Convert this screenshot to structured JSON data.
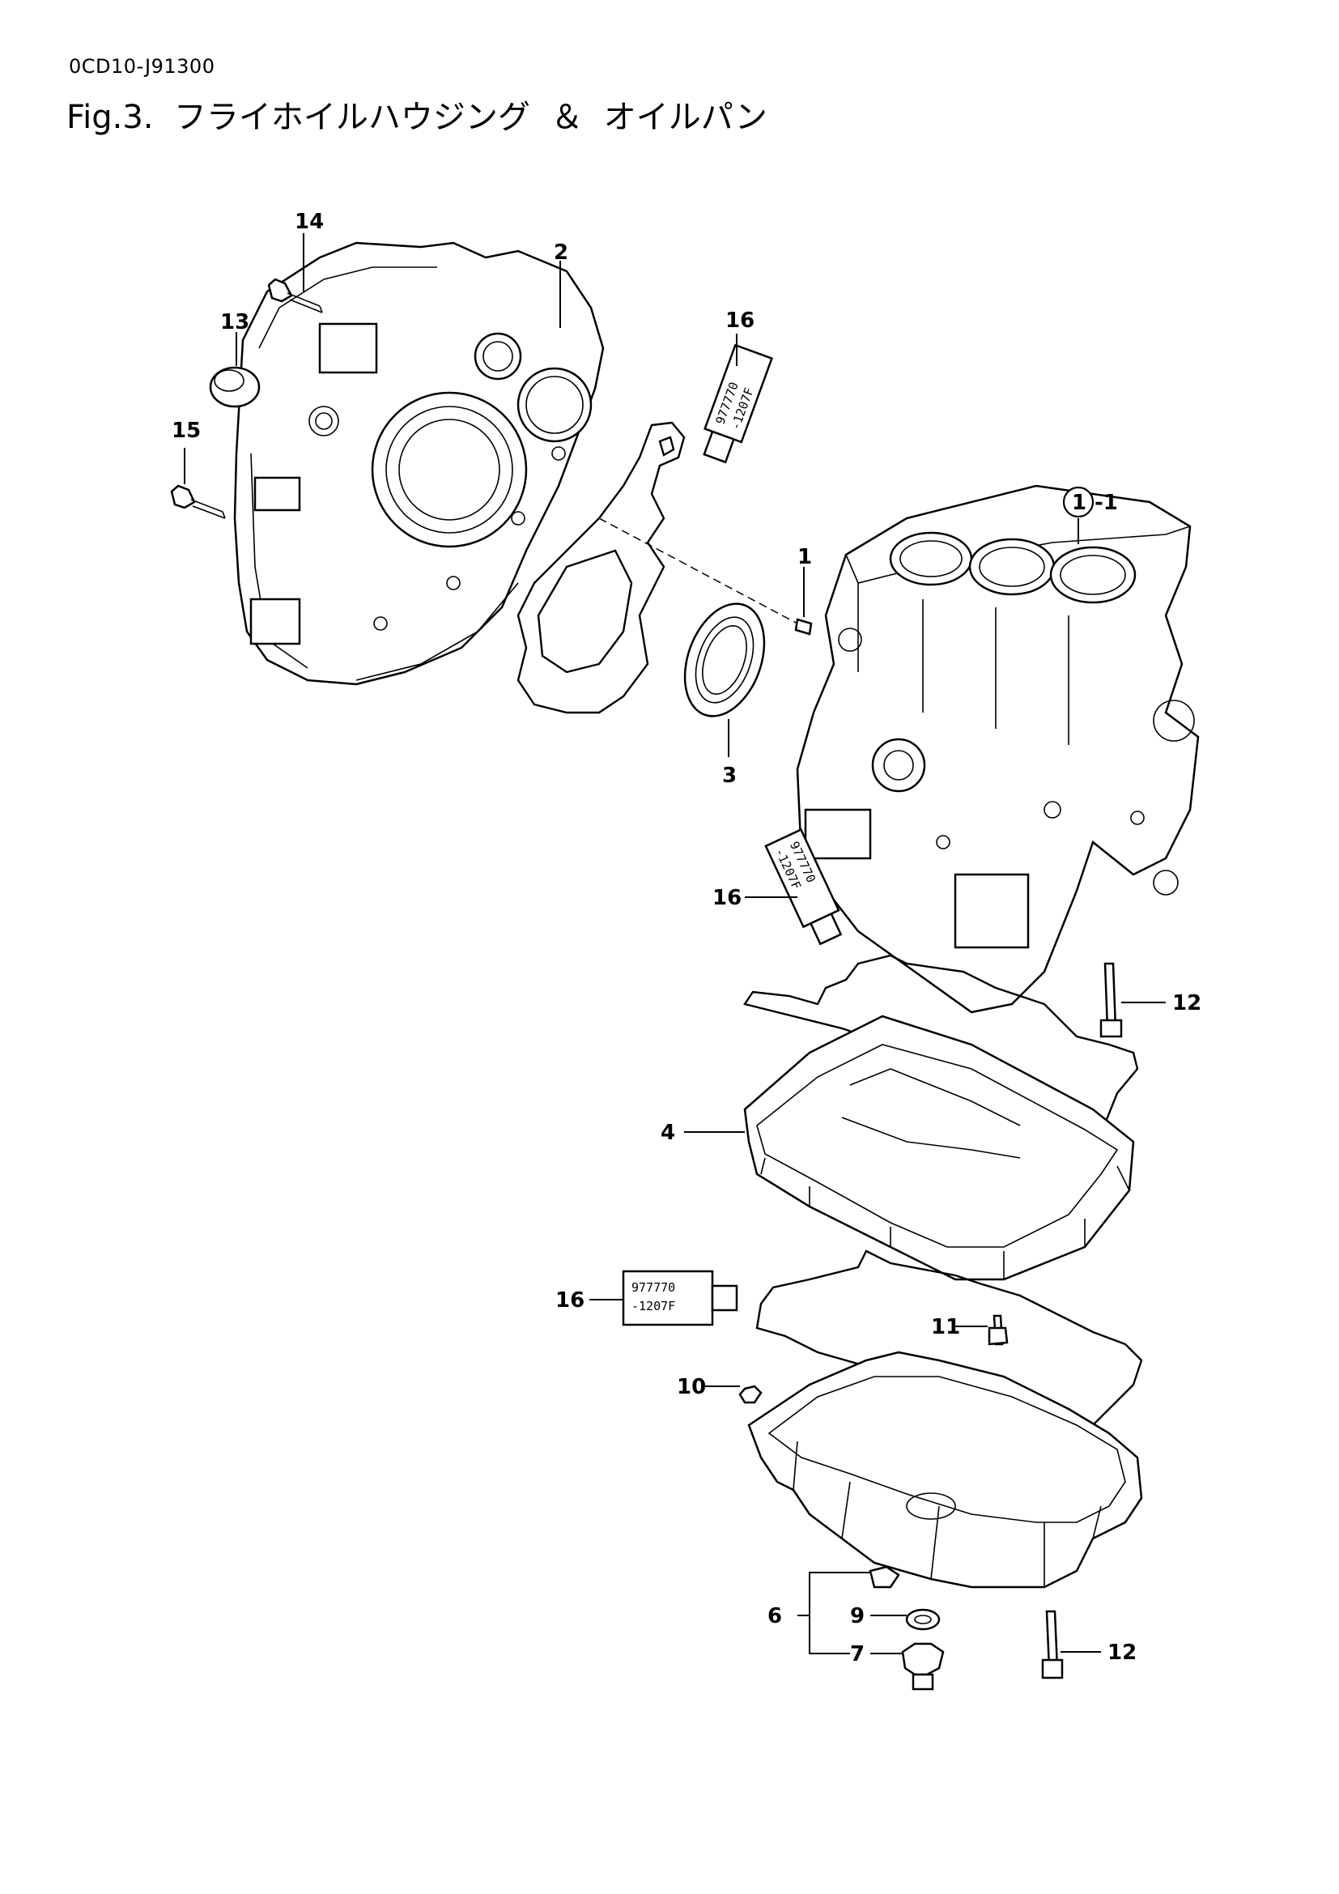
{
  "header": {
    "doc_code": "0CD10-J91300",
    "title": "Fig.3.  フライホイルハウジング  ＆  オイルパン"
  },
  "callouts": {
    "c1": "1",
    "c1_1": "1",
    "c1_1_suffix": "-1",
    "c2": "2",
    "c3": "3",
    "c4": "4",
    "c6": "6",
    "c7": "7",
    "c9": "9",
    "c10": "10",
    "c11": "11",
    "c12a": "12",
    "c12b": "12",
    "c13": "13",
    "c14": "14",
    "c15": "15",
    "c16a": "16",
    "c16b": "16",
    "c16c": "16"
  },
  "tube_label": {
    "line1": "977770",
    "line2": "-1207F"
  },
  "icons": {
    "flywheel_housing": "flywheel-housing-icon",
    "cylinder_block": "cylinder-block-icon",
    "oil_pan": "oil-pan-icon",
    "sealant_tube": "sealant-tube-icon",
    "bolt": "bolt-icon"
  }
}
